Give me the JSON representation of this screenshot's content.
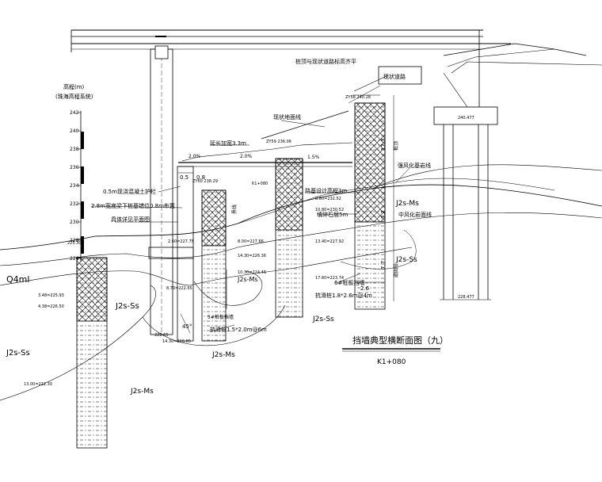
{
  "title": "挡墙典型横断面图（九）",
  "station": "K1+080",
  "elevation_axis": {
    "heading": "高程(m)",
    "datum": "(珠海高程系统)",
    "ticks": [
      "242",
      "240",
      "238",
      "236",
      "234",
      "232",
      "230",
      "228",
      "226"
    ]
  },
  "labels": {
    "pier_align": "桩顶与现状道路标高齐平",
    "existing_road": "现状道路",
    "existing_ground": "现状地面线",
    "extension_width": "延长加宽3.3m",
    "slope_1": "2.0%",
    "slope_2": "2.0%",
    "slope_3": "1.5%",
    "guardrail": "0.5m现浇混凝土护栏",
    "beam_width": "2.8m宽底梁下桩基错位0.8m布置",
    "see_plan": "具体详见平面图",
    "dim_05": "0.5",
    "dim_08": "0.8",
    "k1_station": "K1+080",
    "road_design": "路基设计高程3m",
    "bedrock_line": "强风化基岩线",
    "weak_weathered": "中风化岩面线",
    "gravel_fill": "填碎石层5m",
    "beam_pile": "6#桩板挡墙",
    "pile_main": "抗滑桩1.8*2.6m@4m",
    "pile_second": "抗滑桩1.5*2.0m@6m",
    "five_pile": "5#桩板挡墙",
    "dim_26": "2.6",
    "dim_77": "7.7",
    "dim_32": "3.2",
    "dim_123": "12.3",
    "pile_top": "桩顶",
    "depth": "嵌固段",
    "angle": "45°",
    "boundary": "界线"
  },
  "strata": {
    "q4": "Q4ml",
    "j2ss_1": "J2s-Ss",
    "j2ss_2": "J2s-Ss",
    "j2ss_3": "J2s-Ss",
    "j2ss_4": "J2s-Ss",
    "j2ms_1": "J2s-Ms",
    "j2ms_2": "J2s-Ms",
    "j2ms_3": "J2s-Ms",
    "j2ms_4": "J2s-Ms"
  },
  "boreholes": {
    "zk1": "ZY60 238.29",
    "zk2": "ZY59 236.06",
    "zk3": "ZY58 240.28",
    "b1": "3.48=225.93",
    "b2": "4.38=226.50",
    "b3": "13.00=212.30",
    "b4": "2.60=227.75",
    "b5": "8.70=222.65",
    "b6": "14.30=216.85",
    "b7": "8.00=227.66",
    "b8": "14.30=226.36",
    "b9": "10.30=224.46",
    "b10": "8.80=232.52",
    "b11": "10.80=230.52",
    "b12": "13.40=227.92",
    "b13": "17.60=223.74",
    "b14": "225.30",
    "b15": "240.477",
    "b16": "228.477",
    "b17": "222.65"
  }
}
